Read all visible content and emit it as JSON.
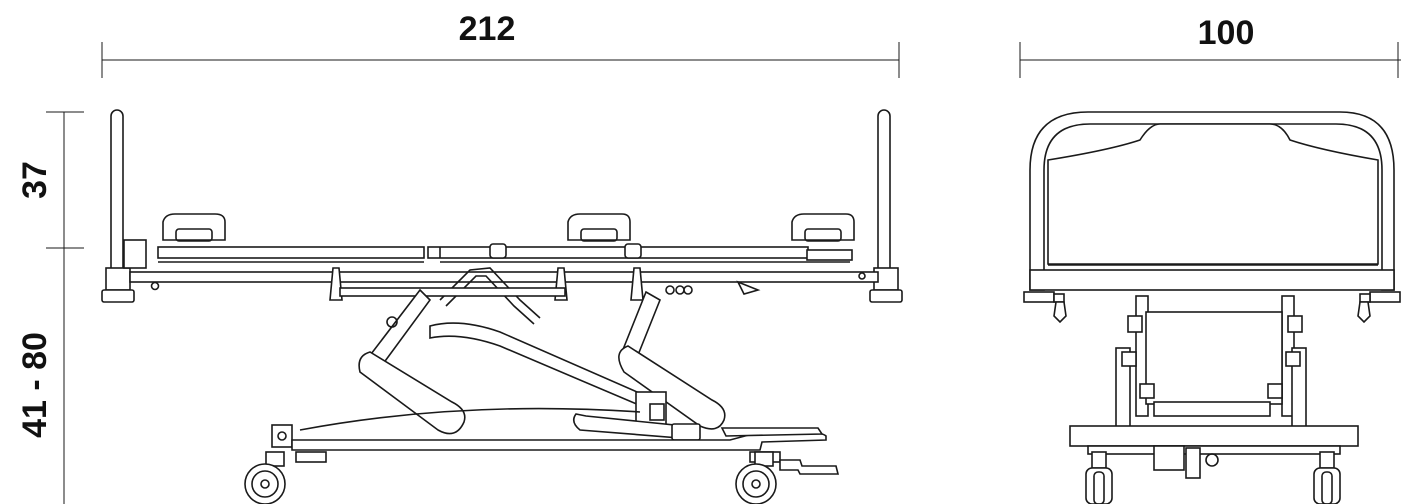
{
  "dimensions": {
    "side_length": "212",
    "front_width": "100",
    "railing_height": "37",
    "bed_height_range": "41 - 80"
  }
}
